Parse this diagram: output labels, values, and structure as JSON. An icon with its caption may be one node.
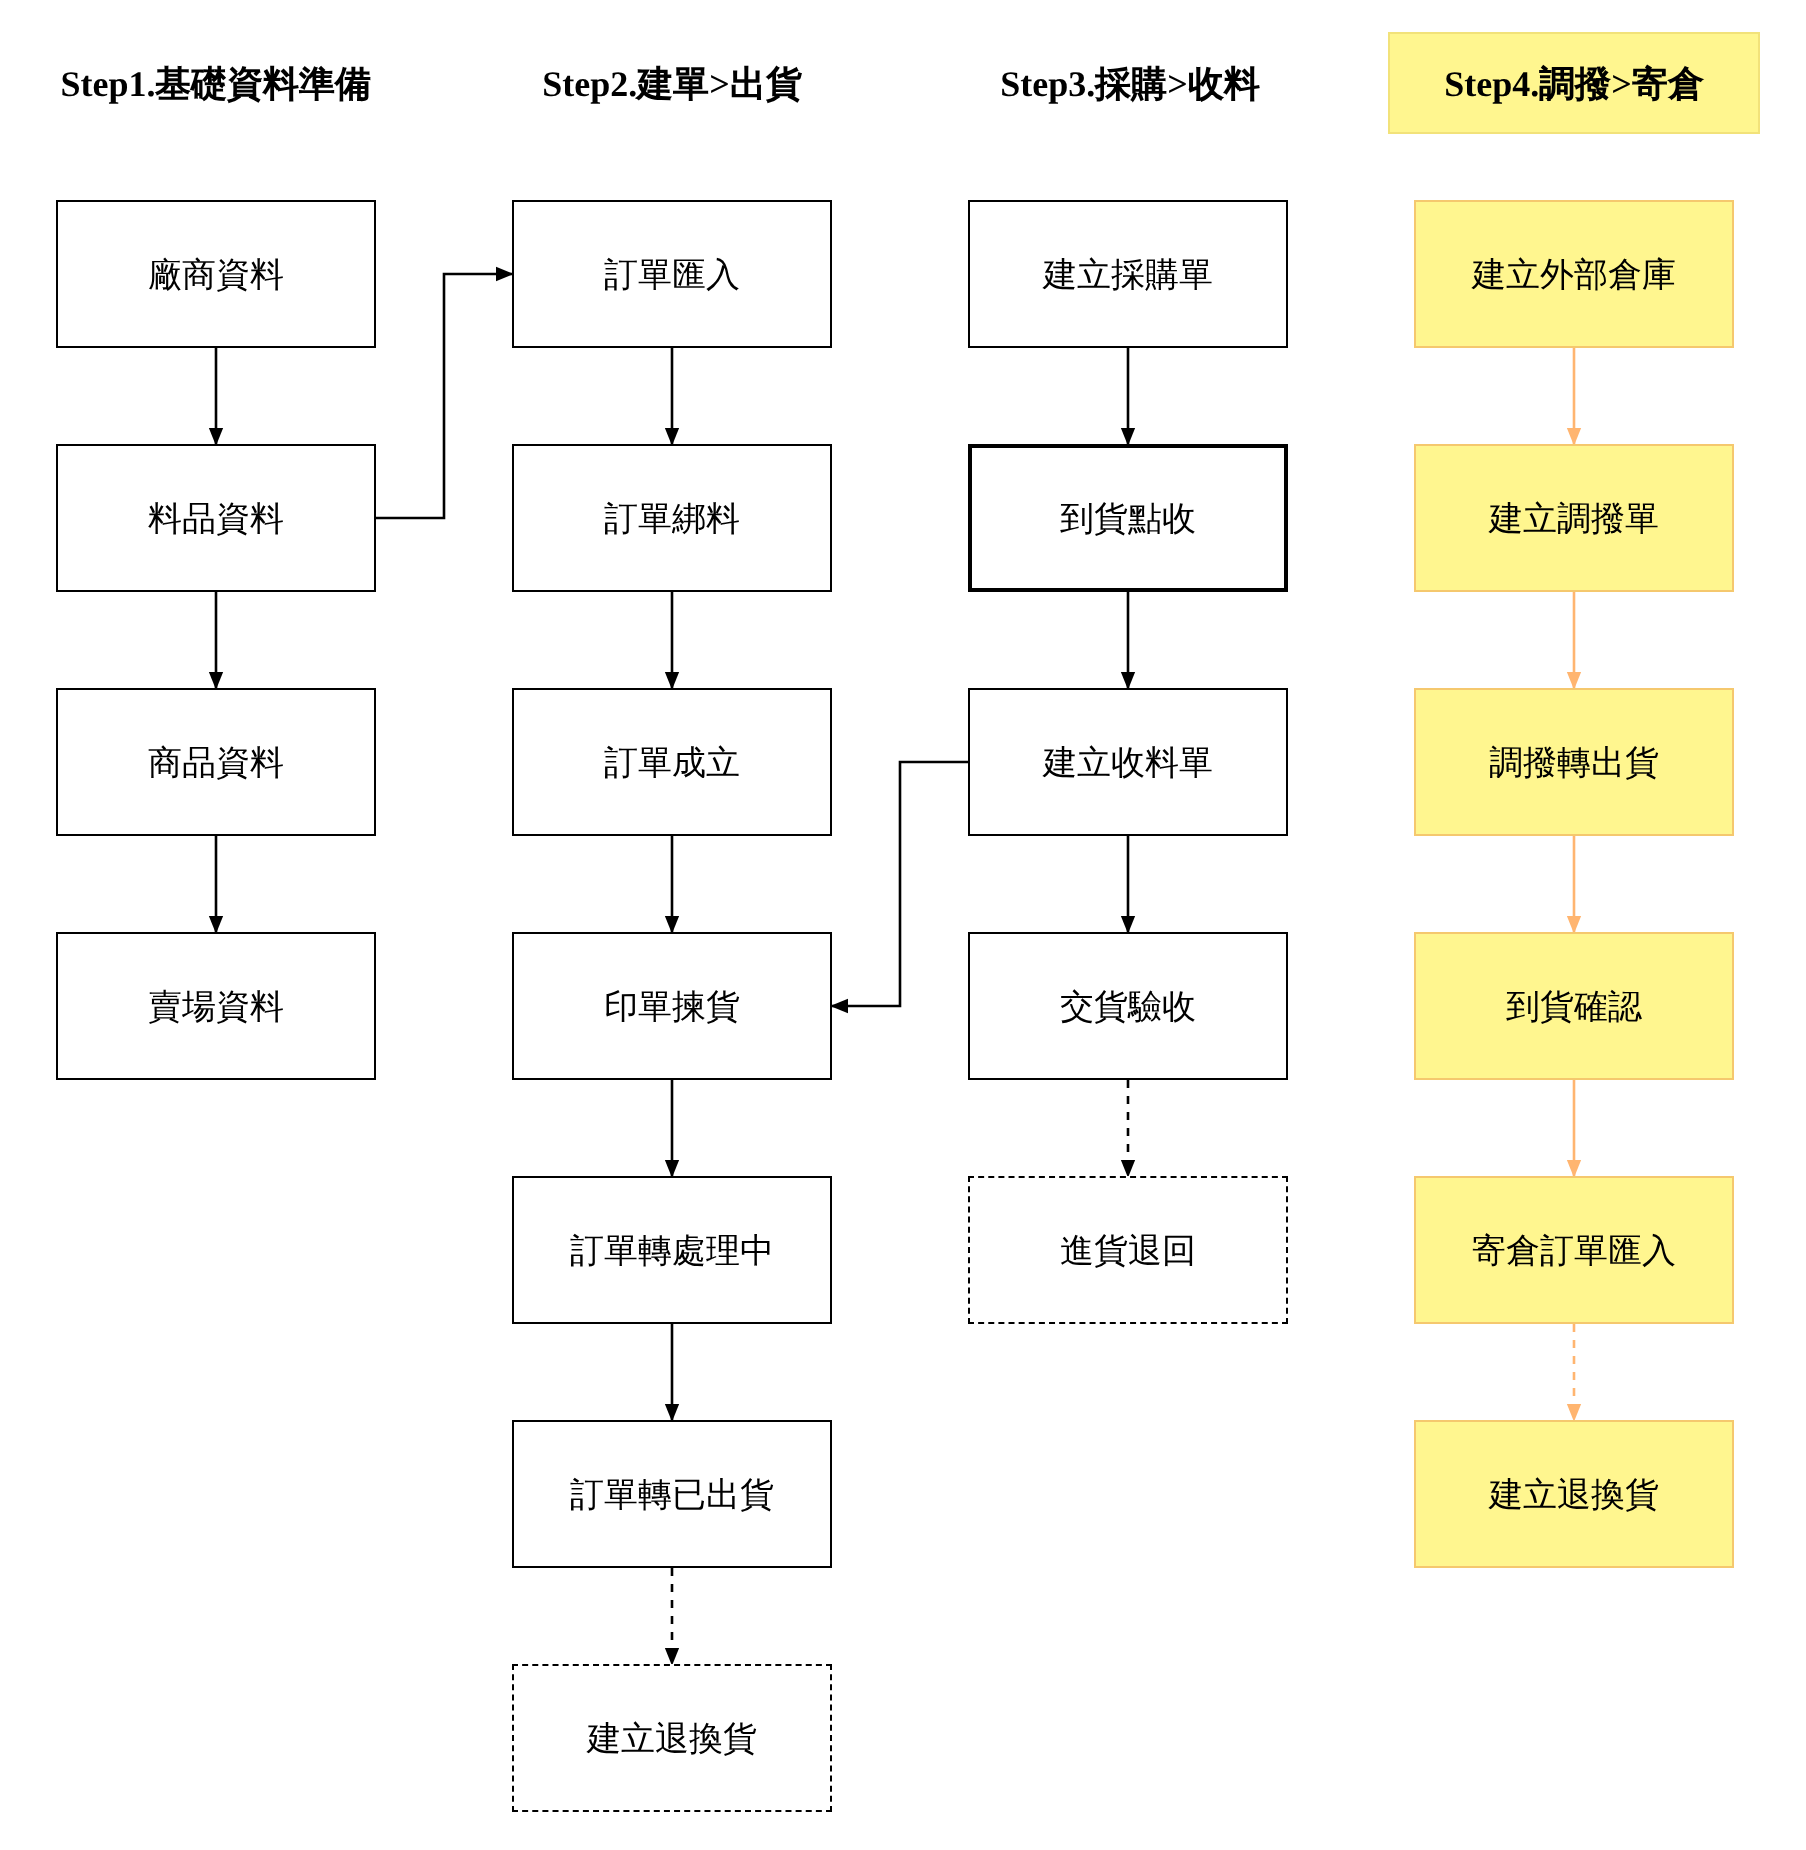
{
  "diagram": {
    "nodes": [
      {
        "text": [
          "廠商資料"
        ]
      },
      {
        "text": [
          "料品資料"
        ]
      },
      {
        "text": [
          "商品資料"
        ]
      },
      {
        "text": [
          "賣場資料"
        ]
      },
      {
        "text": [
          "訂單匯入"
        ]
      },
      {
        "text": [
          "訂單綁料"
        ]
      },
      {
        "text": [
          "訂單成立"
        ]
      },
      {
        "text": [
          "印單揀貨"
        ]
      },
      {
        "text": [
          "訂單轉處理中"
        ]
      },
      {
        "text": [
          "訂單轉已出貨"
        ]
      },
      {
        "text": [
          "建立退換貨"
        ]
      },
      {
        "text": [
          "建立採購單"
        ]
      },
      {
        "text": [
          "到貨點收"
        ]
      },
      {
        "text": [
          "建立收料單"
        ]
      },
      {
        "text": [
          "交貨驗收"
        ]
      },
      {
        "text": [
          "進貨退回"
        ]
      },
      {
        "text": [
          "Step4.調撥>寄倉"
        ]
      },
      {
        "text": [
          "建立外部倉庫"
        ]
      },
      {
        "text": [
          "建立調撥單"
        ]
      },
      {
        "text": [
          "調撥轉出貨"
        ]
      },
      {
        "text": [
          "到貨確認"
        ]
      },
      {
        "text": [
          "寄倉訂單匯入"
        ]
      },
      {
        "text": [
          "建立退換貨"
        ]
      }
    ],
    "edges": [
      {
        "from": 0,
        "to": 1,
        "arrow": "to"
      },
      {
        "from": 1,
        "to": 2,
        "arrow": "to"
      },
      {
        "from": 2,
        "to": 3,
        "arrow": "to"
      },
      {
        "from": 1,
        "to": 4,
        "arrow": "to"
      },
      {
        "from": 4,
        "to": 5,
        "arrow": "to"
      },
      {
        "from": 5,
        "to": 6,
        "arrow": "to"
      },
      {
        "from": 6,
        "to": 7,
        "arrow": "to"
      },
      {
        "from": 7,
        "to": 8,
        "arrow": "to"
      },
      {
        "from": 8,
        "to": 9,
        "arrow": "to"
      },
      {
        "from": 9,
        "to": 10,
        "arrow": "to",
        "style": "dashed"
      },
      {
        "from": 11,
        "to": 12,
        "arrow": "to"
      },
      {
        "from": 12,
        "to": 13,
        "arrow": "to"
      },
      {
        "from": 13,
        "to": 7,
        "arrow": "to"
      },
      {
        "from": 13,
        "to": 14,
        "arrow": "to"
      },
      {
        "from": 14,
        "to": 15,
        "arrow": "to",
        "style": "dashed"
      },
      {
        "from": 17,
        "to": 18,
        "arrow": "to",
        "color": "#ffb570"
      },
      {
        "from": 18,
        "to": 19,
        "arrow": "to",
        "color": "#ffb570"
      },
      {
        "from": 19,
        "to": 20,
        "arrow": "to",
        "color": "#ffb570"
      },
      {
        "from": 20,
        "to": 21,
        "arrow": "to",
        "color": "#ffb570"
      },
      {
        "from": 21,
        "to": 22,
        "arrow": "to",
        "style": "dashed",
        "color": "#ffb570"
      }
    ],
    "labels": [
      "Step1.基礎資料準備",
      "Step2.建單>出貨",
      "Step3.採購>收料"
    ]
  }
}
